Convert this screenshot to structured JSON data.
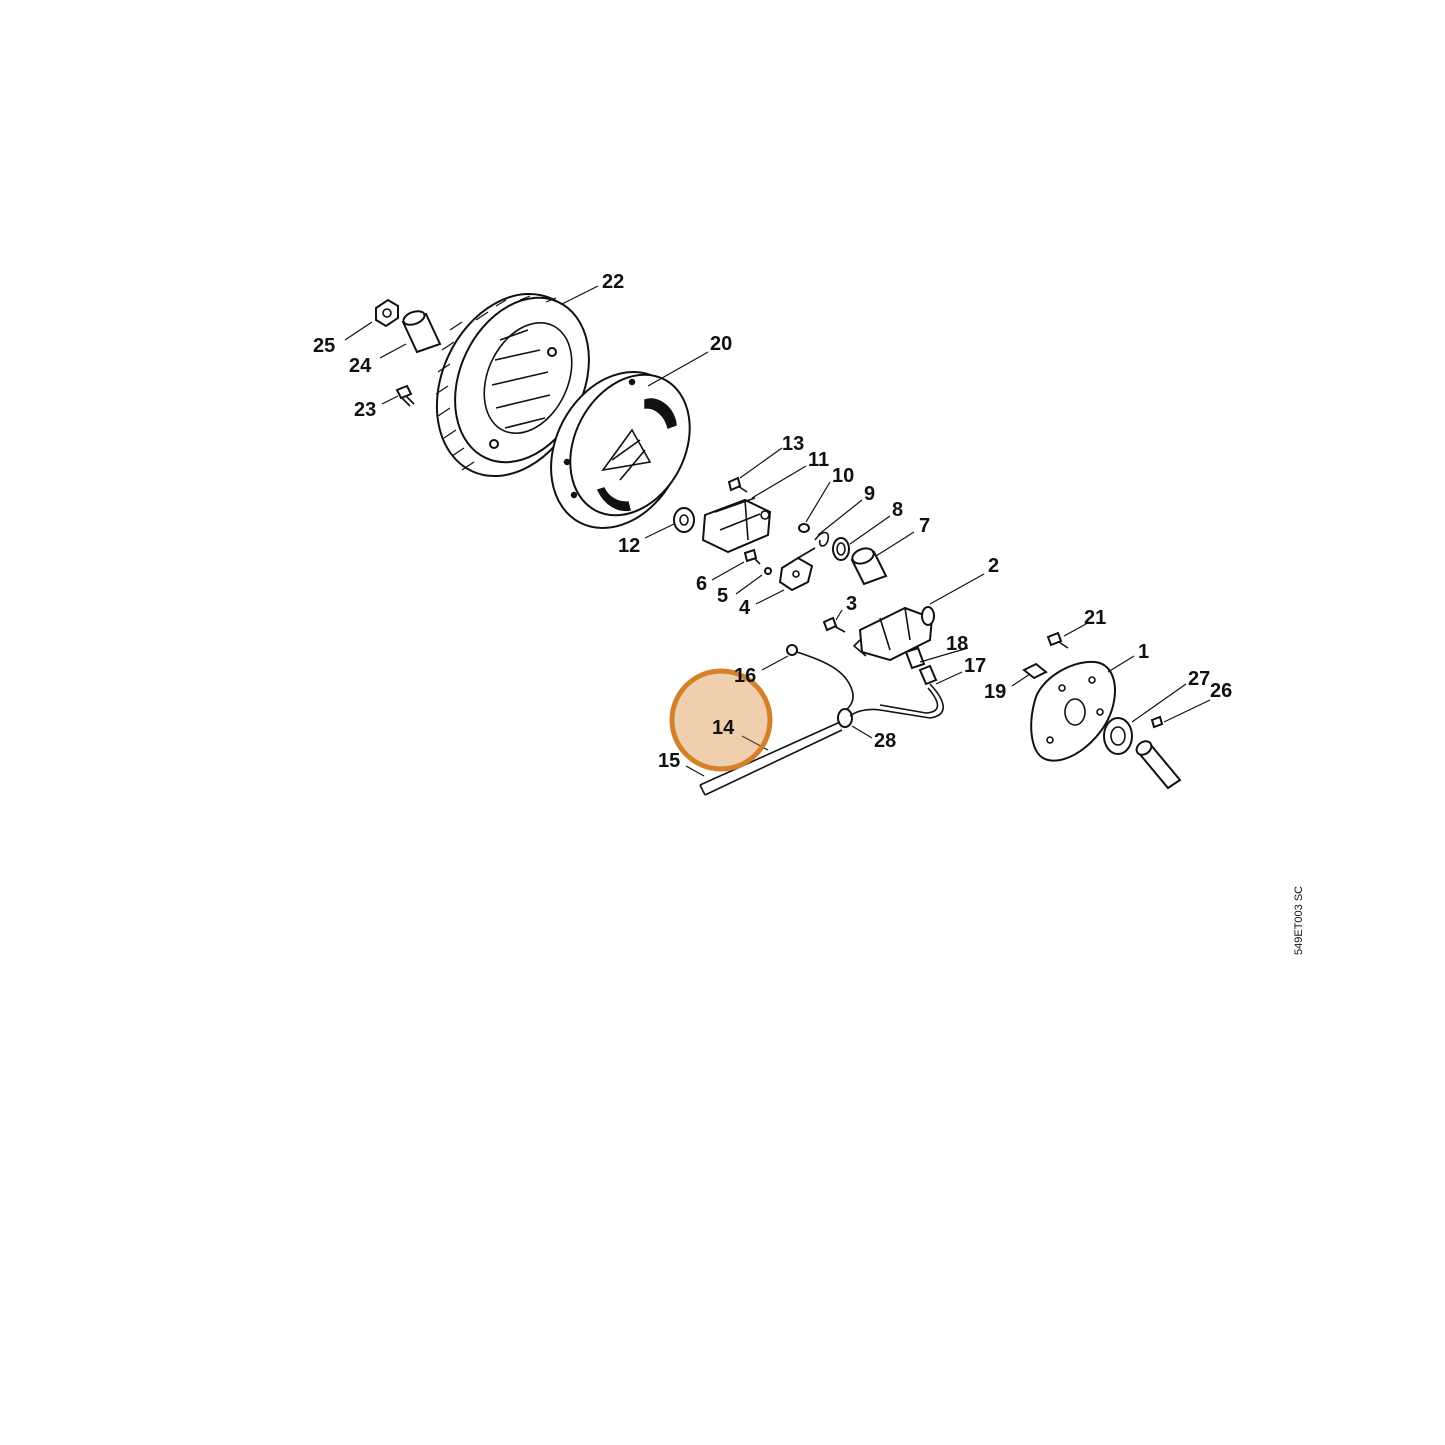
{
  "diagram": {
    "callouts": [
      "1",
      "2",
      "3",
      "4",
      "5",
      "6",
      "7",
      "8",
      "9",
      "10",
      "11",
      "12",
      "13",
      "14",
      "15",
      "16",
      "17",
      "18",
      "19",
      "20",
      "21",
      "22",
      "23",
      "24",
      "25",
      "26",
      "27",
      "28"
    ],
    "highlighted": "14",
    "highlight_color": "#d4822a",
    "drawing_code": "549ET003 SC"
  }
}
